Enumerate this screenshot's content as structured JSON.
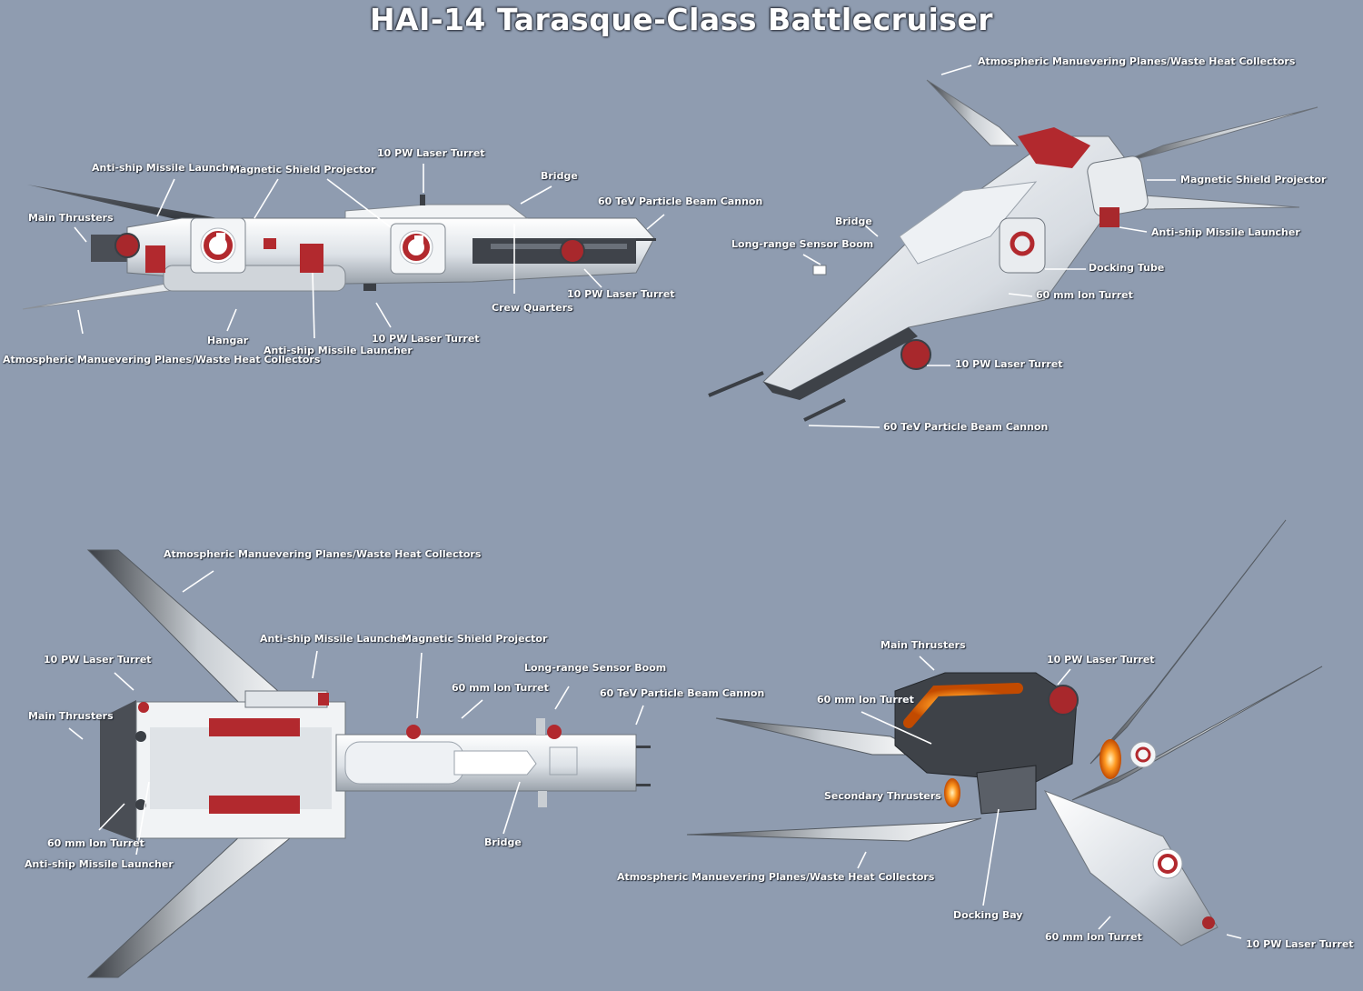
{
  "title": "HAI-14 Tarasque-Class Battlecruiser",
  "colors": {
    "background": "#8f9cb0",
    "hull_white": "#e8ecef",
    "hull_shadow": "#9aa2ab",
    "accent_red": "#b2292e",
    "dark_gray": "#3b3f45",
    "engine_glow": "#ff8a1a"
  },
  "views": {
    "side": {
      "labels": {
        "missile_top": "Anti-ship Missile Launcher",
        "shield": "Magnetic Shield Projector",
        "laser_top": "10 PW Laser Turret",
        "bridge": "Bridge",
        "cannon": "60 TeV Particle Beam Cannon",
        "thrusters": "Main Thrusters",
        "laser_right": "10 PW Laser Turret",
        "crew": "Crew Quarters",
        "laser_bottom": "10 PW Laser Turret",
        "missile_bottom": "Anti-ship Missile Launcher",
        "hangar": "Hangar",
        "planes": "Atmospheric Manuevering Planes/Waste Heat Collectors"
      }
    },
    "perspective_top": {
      "labels": {
        "planes": "Atmospheric Manuevering Planes/Waste Heat Collectors",
        "shield": "Magnetic Shield Projector",
        "missile": "Anti-ship Missile Launcher",
        "bridge": "Bridge",
        "sensor": "Long-range Sensor Boom",
        "docking_tube": "Docking Tube",
        "ion": "60 mm Ion Turret",
        "laser": "10 PW Laser Turret",
        "cannon": "60 TeV Particle Beam Cannon"
      }
    },
    "top": {
      "labels": {
        "planes": "Atmospheric Manuevering Planes/Waste Heat Collectors",
        "missile": "Anti-ship Missile Launcher",
        "shield": "Magnetic Shield Projector",
        "laser": "10 PW Laser Turret",
        "sensor": "Long-range Sensor Boom",
        "ion": "60 mm Ion Turret",
        "cannon": "60 TeV Particle Beam Cannon",
        "thrusters": "Main Thrusters",
        "ion_bottom": "60 mm Ion Turret",
        "missile_bottom": "Anti-ship Missile Launcher",
        "bridge": "Bridge"
      }
    },
    "perspective_rear": {
      "labels": {
        "thrusters": "Main Thrusters",
        "laser_top": "10 PW Laser Turret",
        "ion_top": "60 mm Ion Turret",
        "secondary": "Secondary Thrusters",
        "planes": "Atmospheric Manuevering Planes/Waste Heat Collectors",
        "docking_bay": "Docking Bay",
        "ion_bottom": "60 mm Ion Turret",
        "laser_bottom": "10 PW Laser Turret"
      }
    }
  }
}
